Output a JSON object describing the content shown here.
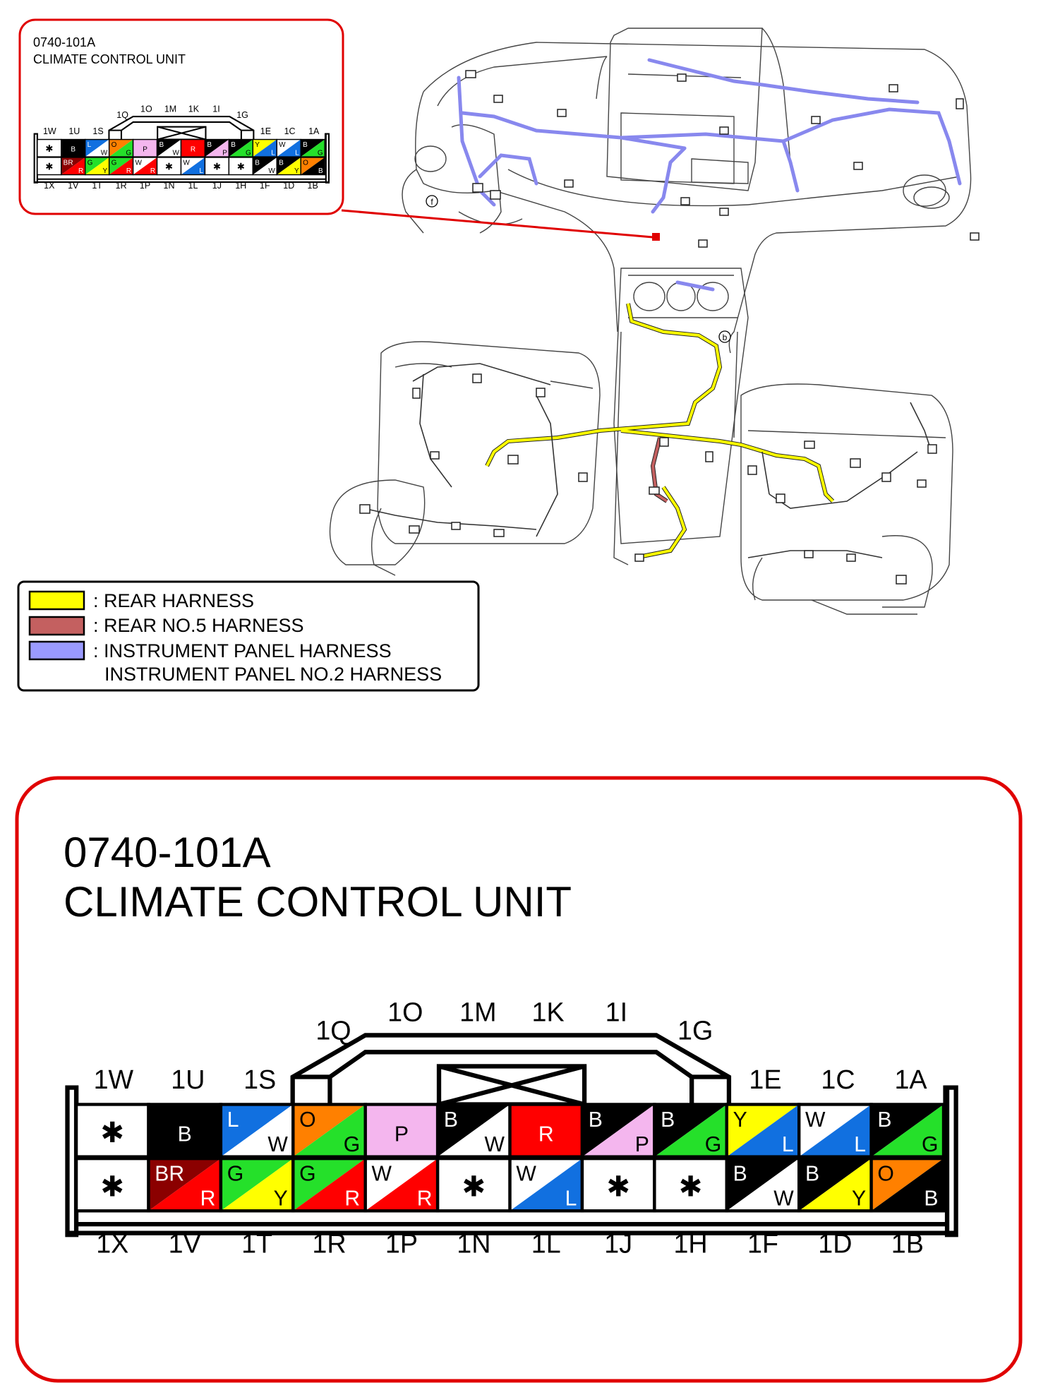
{
  "colors": {
    "B": "#000000",
    "W": "#ffffff",
    "L": "#1170e0",
    "O": "#ff8000",
    "G": "#25e02a",
    "P": "#f4b6ee",
    "R": "#ff0000",
    "BR": "#8b0000",
    "Y": "#ffff00",
    "rear_harness": "#ffff00",
    "rear_no5_harness": "#c46060",
    "instrument_panel_harness": "#9a9aff",
    "callout_red": "#e00000"
  },
  "inset": {
    "part_number": "0740-101A",
    "name": "CLIMATE CONTROL UNIT"
  },
  "callout": {
    "part_number": "0740-101A",
    "name": "CLIMATE CONTROL UNIT"
  },
  "legend": [
    {
      "color": "rear_harness",
      "text": ": REAR HARNESS"
    },
    {
      "color": "rear_no5_harness",
      "text": ": REAR NO.5 HARNESS"
    },
    {
      "color": "instrument_panel_harness",
      "text": ": INSTRUMENT PANEL HARNESS"
    },
    {
      "color": "",
      "text": "INSTRUMENT PANEL NO.2 HARNESS"
    }
  ],
  "diagram_labels": {
    "f": "f",
    "b": "b"
  },
  "connector": {
    "top_labels_outer": [
      "1W",
      "1U",
      "1S",
      "1E",
      "1C",
      "1A"
    ],
    "top_labels_hood": [
      "1Q",
      "1O",
      "1M",
      "1K",
      "1I",
      "1G"
    ],
    "bottom_labels": [
      "1X",
      "1V",
      "1T",
      "1R",
      "1P",
      "1N",
      "1L",
      "1J",
      "1H",
      "1F",
      "1D",
      "1B"
    ],
    "cavity_symbol": "✱",
    "top_row": [
      {
        "pin": "1W",
        "primary": "*",
        "secondary": ""
      },
      {
        "pin": "1U",
        "primary": "B",
        "secondary": ""
      },
      {
        "pin": "1S",
        "primary": "L",
        "secondary": "W"
      },
      {
        "pin": "1Q",
        "primary": "O",
        "secondary": "G"
      },
      {
        "pin": "1O",
        "primary": "P",
        "secondary": ""
      },
      {
        "pin": "1M",
        "primary": "B",
        "secondary": "W"
      },
      {
        "pin": "1K",
        "primary": "R",
        "secondary": ""
      },
      {
        "pin": "1I",
        "primary": "B",
        "secondary": "P"
      },
      {
        "pin": "1G",
        "primary": "B",
        "secondary": "G"
      },
      {
        "pin": "1E",
        "primary": "Y",
        "secondary": "L"
      },
      {
        "pin": "1C",
        "primary": "W",
        "secondary": "L"
      },
      {
        "pin": "1A",
        "primary": "B",
        "secondary": "G"
      }
    ],
    "bottom_row": [
      {
        "pin": "1X",
        "primary": "*",
        "secondary": ""
      },
      {
        "pin": "1V",
        "primary": "BR",
        "secondary": "R"
      },
      {
        "pin": "1T",
        "primary": "G",
        "secondary": "Y"
      },
      {
        "pin": "1R",
        "primary": "G",
        "secondary": "R"
      },
      {
        "pin": "1P",
        "primary": "W",
        "secondary": "R"
      },
      {
        "pin": "1N",
        "primary": "*",
        "secondary": ""
      },
      {
        "pin": "1L",
        "primary": "W",
        "secondary": "L"
      },
      {
        "pin": "1J",
        "primary": "*",
        "secondary": ""
      },
      {
        "pin": "1H",
        "primary": "*",
        "secondary": ""
      },
      {
        "pin": "1F",
        "primary": "B",
        "secondary": "W"
      },
      {
        "pin": "1D",
        "primary": "B",
        "secondary": "Y"
      },
      {
        "pin": "1B",
        "primary": "O",
        "secondary": "B"
      }
    ]
  }
}
